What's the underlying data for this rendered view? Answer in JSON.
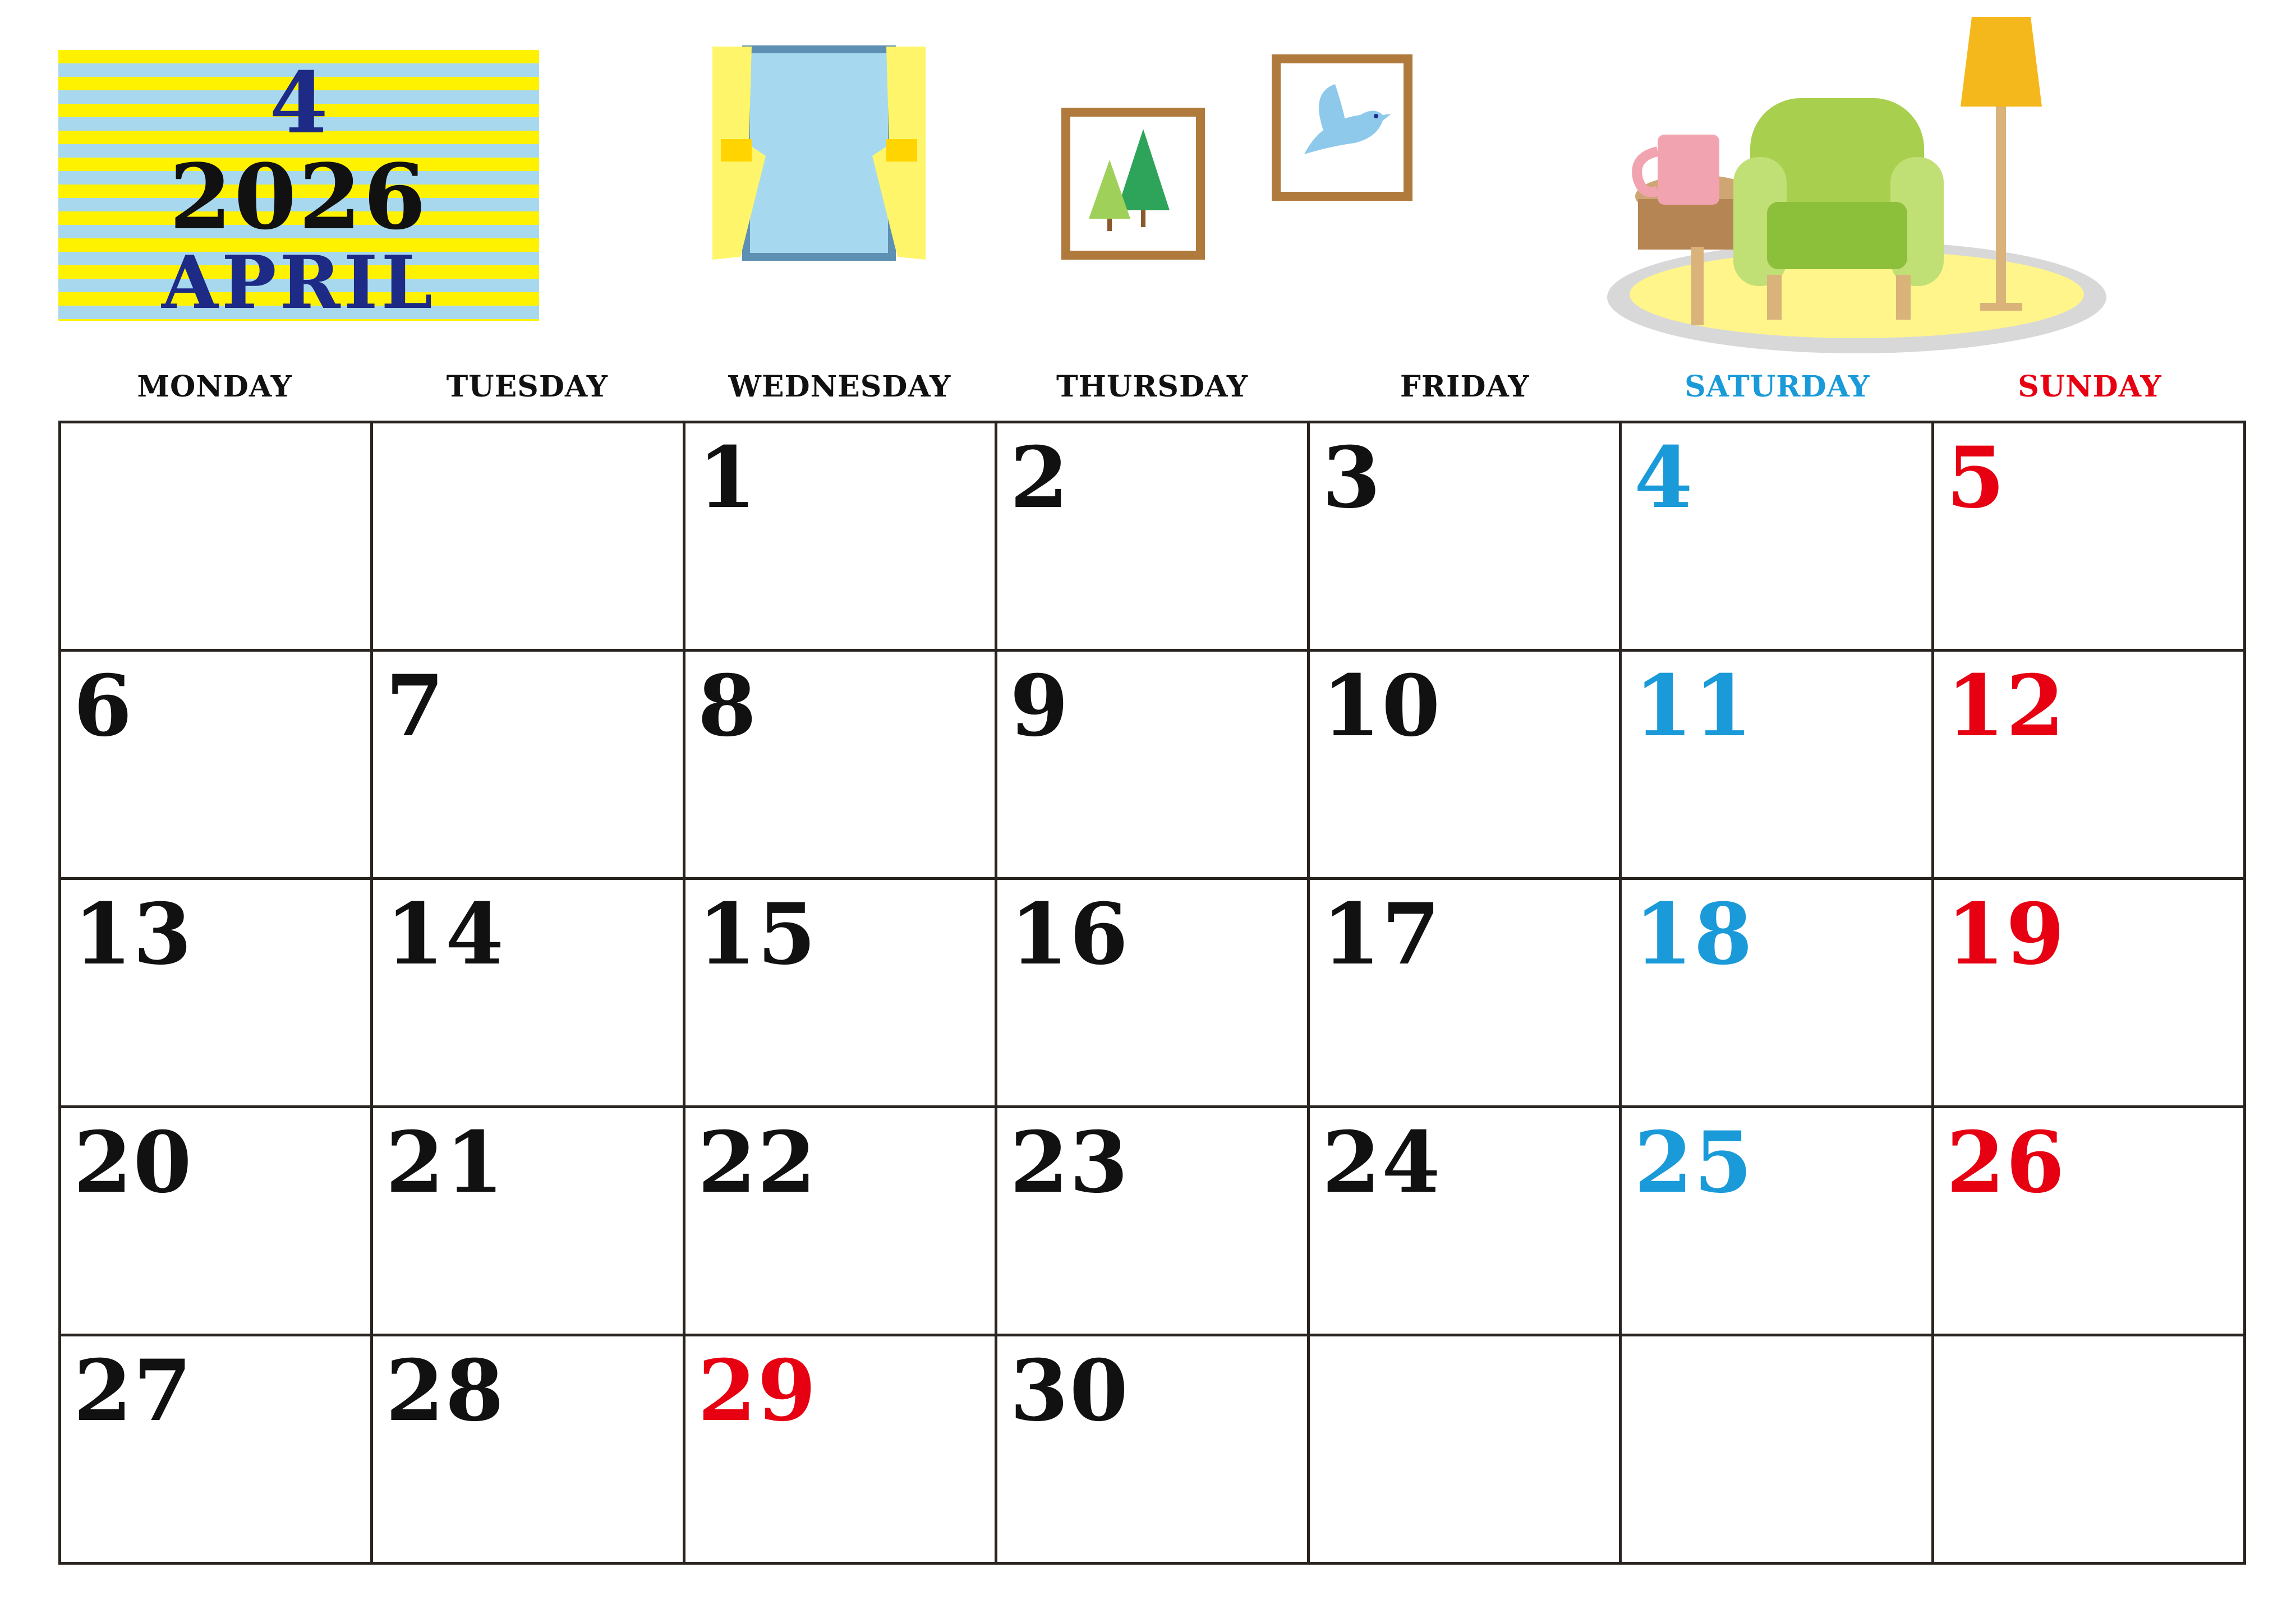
{
  "header": {
    "month_number": "4",
    "year": "2026",
    "month_name": "APRIL"
  },
  "colors": {
    "weekday": "#111111",
    "saturday": "#1a9ad9",
    "sunday": "#e60012",
    "holiday": "#e60012",
    "title_navy": "#1d2a86",
    "stripe_yellow": "#fff200",
    "stripe_blue": "#a8d8ee"
  },
  "illustrations": [
    "window-curtains-icon",
    "tree-picture-frame-icon",
    "bird-picture-frame-icon",
    "living-room-armchair-icon"
  ],
  "weekdays": [
    {
      "label": "MONDAY",
      "kind": "weekday"
    },
    {
      "label": "TUESDAY",
      "kind": "weekday"
    },
    {
      "label": "WEDNESDAY",
      "kind": "weekday"
    },
    {
      "label": "THURSDAY",
      "kind": "weekday"
    },
    {
      "label": "FRIDAY",
      "kind": "weekday"
    },
    {
      "label": "SATURDAY",
      "kind": "saturday"
    },
    {
      "label": "SUNDAY",
      "kind": "sunday"
    }
  ],
  "weeks": [
    [
      null,
      null,
      {
        "day": "1",
        "kind": "weekday"
      },
      {
        "day": "2",
        "kind": "weekday"
      },
      {
        "day": "3",
        "kind": "weekday"
      },
      {
        "day": "4",
        "kind": "saturday"
      },
      {
        "day": "5",
        "kind": "sunday"
      }
    ],
    [
      {
        "day": "6",
        "kind": "weekday"
      },
      {
        "day": "7",
        "kind": "weekday"
      },
      {
        "day": "8",
        "kind": "weekday"
      },
      {
        "day": "9",
        "kind": "weekday"
      },
      {
        "day": "10",
        "kind": "weekday"
      },
      {
        "day": "11",
        "kind": "saturday"
      },
      {
        "day": "12",
        "kind": "sunday"
      }
    ],
    [
      {
        "day": "13",
        "kind": "weekday"
      },
      {
        "day": "14",
        "kind": "weekday"
      },
      {
        "day": "15",
        "kind": "weekday"
      },
      {
        "day": "16",
        "kind": "weekday"
      },
      {
        "day": "17",
        "kind": "weekday"
      },
      {
        "day": "18",
        "kind": "saturday"
      },
      {
        "day": "19",
        "kind": "sunday"
      }
    ],
    [
      {
        "day": "20",
        "kind": "weekday"
      },
      {
        "day": "21",
        "kind": "weekday"
      },
      {
        "day": "22",
        "kind": "weekday"
      },
      {
        "day": "23",
        "kind": "weekday"
      },
      {
        "day": "24",
        "kind": "weekday"
      },
      {
        "day": "25",
        "kind": "saturday"
      },
      {
        "day": "26",
        "kind": "sunday"
      }
    ],
    [
      {
        "day": "27",
        "kind": "weekday"
      },
      {
        "day": "28",
        "kind": "weekday"
      },
      {
        "day": "29",
        "kind": "holiday"
      },
      {
        "day": "30",
        "kind": "weekday"
      },
      null,
      null,
      null
    ]
  ]
}
